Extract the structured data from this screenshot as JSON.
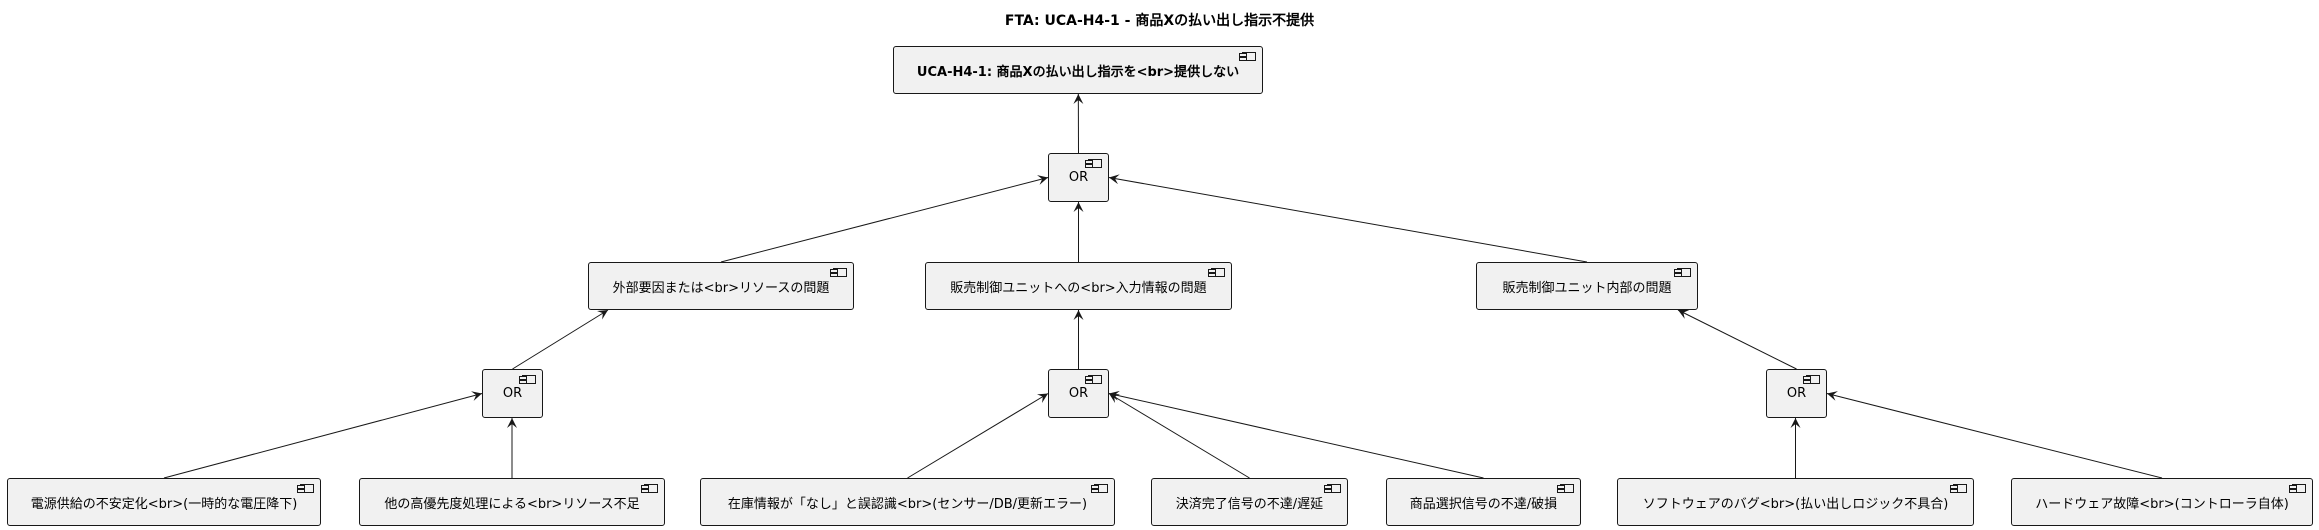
{
  "title": "FTA: UCA-H4-1 - 商品Xの払い出し指示不提供",
  "nodes": {
    "top": "UCA-H4-1: 商品Xの払い出し指示を<br>提供しない",
    "or_top": "OR",
    "external": "外部要因または<br>リソースの問題",
    "input": "販売制御ユニットへの<br>入力情報の問題",
    "internal": "販売制御ユニット内部の問題",
    "or_external": "OR",
    "or_input": "OR",
    "or_internal": "OR",
    "power": "電源供給の不安定化<br>(一時的な電圧降下)",
    "priority": "他の高優先度処理による<br>リソース不足",
    "inventory": "在庫情報が「なし」と誤認識<br>(センサー/DB/更新エラー)",
    "payment": "決済完了信号の不達/遅延",
    "selection": "商品選択信号の不達/破損",
    "software": "ソフトウェアのバグ<br>(払い出しロジック不具合)",
    "hardware": "ハードウェア故障<br>(コントローラ自体)"
  },
  "edges": [
    {
      "from": "or_top",
      "to": "top"
    },
    {
      "from": "external",
      "to": "or_top"
    },
    {
      "from": "input",
      "to": "or_top"
    },
    {
      "from": "internal",
      "to": "or_top"
    },
    {
      "from": "or_external",
      "to": "external"
    },
    {
      "from": "or_input",
      "to": "input"
    },
    {
      "from": "or_internal",
      "to": "internal"
    },
    {
      "from": "power",
      "to": "or_external"
    },
    {
      "from": "priority",
      "to": "or_external"
    },
    {
      "from": "inventory",
      "to": "or_input"
    },
    {
      "from": "payment",
      "to": "or_input"
    },
    {
      "from": "selection",
      "to": "or_input"
    },
    {
      "from": "software",
      "to": "or_internal"
    },
    {
      "from": "hardware",
      "to": "or_internal"
    }
  ]
}
